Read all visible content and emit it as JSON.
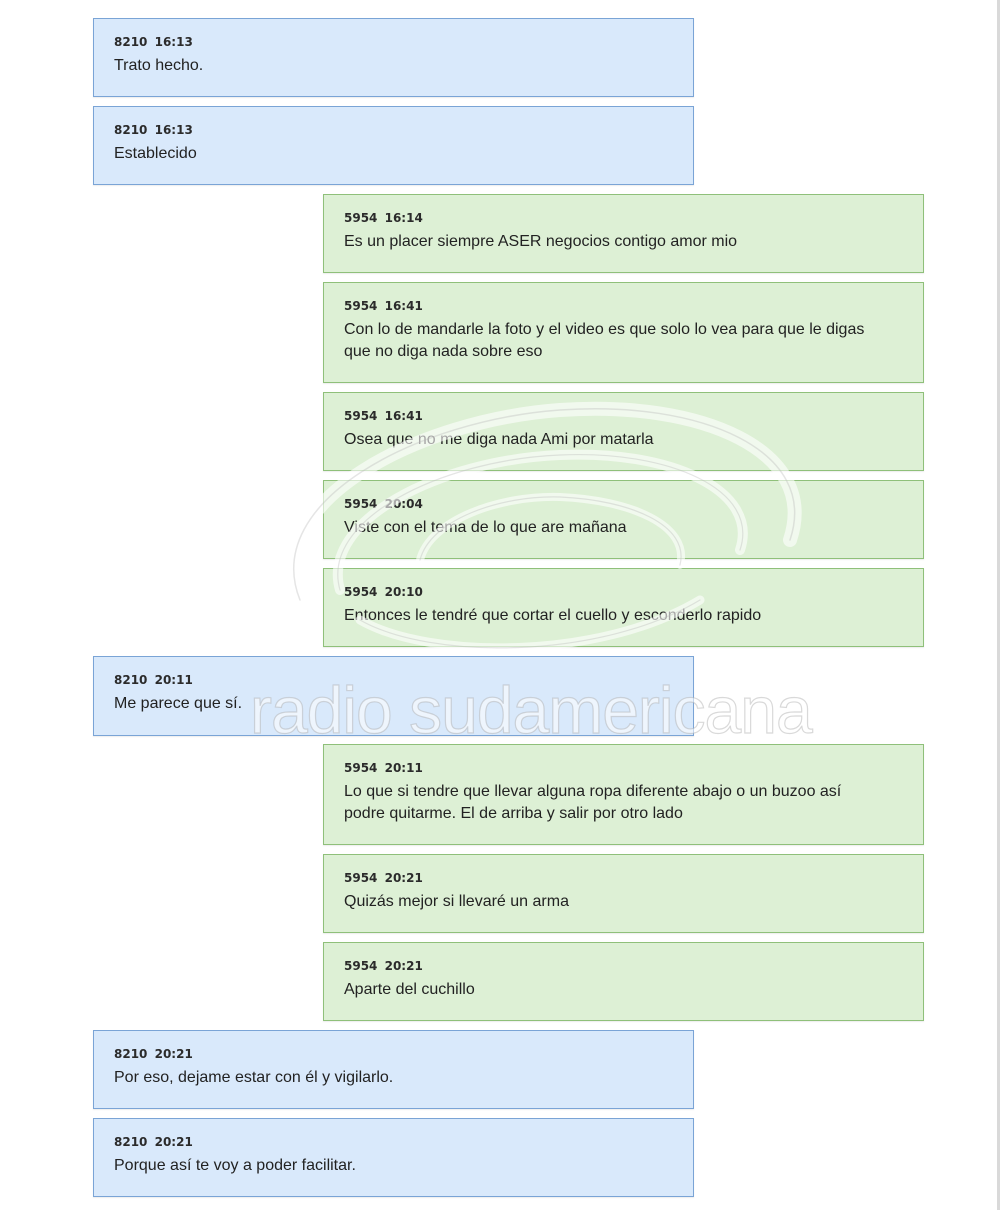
{
  "messages": [
    {
      "sender": "8210",
      "time": "16:13",
      "text": "Trato hecho."
    },
    {
      "sender": "8210",
      "time": "16:13",
      "text": "Establecido"
    },
    {
      "sender": "5954",
      "time": "16:14",
      "text": "Es un placer siempre ASER negocios contigo amor mio"
    },
    {
      "sender": "5954",
      "time": "16:41",
      "text": "Con lo de mandarle la foto y el video es que solo lo vea para que le digas\nque no diga nada sobre eso"
    },
    {
      "sender": "5954",
      "time": "16:41",
      "text": "Osea que no me diga nada Ami por matarla"
    },
    {
      "sender": "5954",
      "time": "20:04",
      "text": "Viste con el tema de lo que are mañana"
    },
    {
      "sender": "5954",
      "time": "20:10",
      "text": "Entonces le tendré que cortar el cuello y esconderlo rapido"
    },
    {
      "sender": "8210",
      "time": "20:11",
      "text": "Me parece que sí."
    },
    {
      "sender": "5954",
      "time": "20:11",
      "text": "Lo que si tendre que llevar alguna ropa diferente abajo o un buzoo así\npodre quitarme. El de arriba y salir por otro lado"
    },
    {
      "sender": "5954",
      "time": "20:21",
      "text": "Quizás mejor si llevaré un arma"
    },
    {
      "sender": "5954",
      "time": "20:21",
      "text": "Aparte del cuchillo"
    },
    {
      "sender": "8210",
      "time": "20:21",
      "text": "Por eso, dejame estar con él y vigilarlo."
    },
    {
      "sender": "8210",
      "time": "20:21",
      "text": "Porque así te voy a poder facilitar."
    }
  ],
  "watermark": {
    "text": "radio sudamericana"
  },
  "colors": {
    "sent_bg": "#d9e9fb",
    "sent_border": "#7aa4d6",
    "recv_bg": "#ddf0d5",
    "recv_border": "#8fc07a"
  }
}
